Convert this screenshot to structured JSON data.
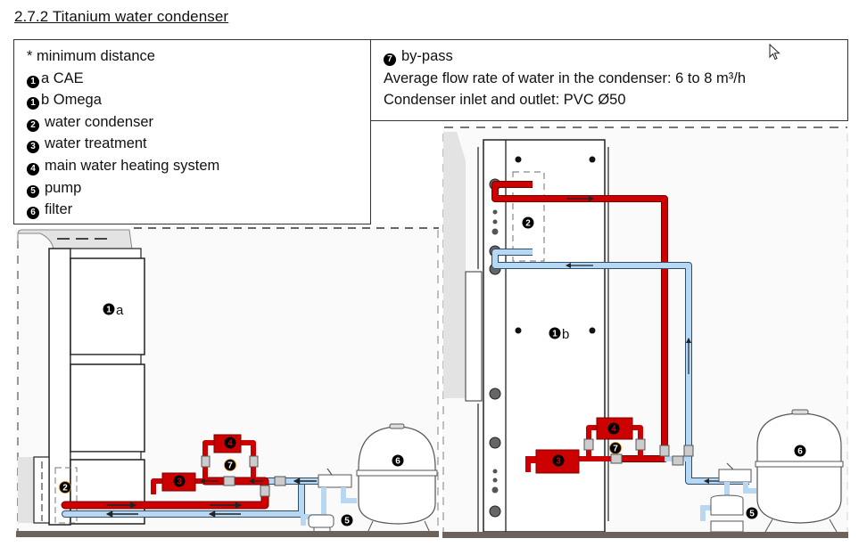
{
  "title": "2.7.2 Titanium water condenser",
  "legend_left": [
    {
      "marker": "*",
      "text": "minimum distance"
    },
    {
      "marker": "1",
      "text": "a CAE"
    },
    {
      "marker": "1",
      "text": "b Omega"
    },
    {
      "marker": "2",
      "text": "water condenser"
    },
    {
      "marker": "3",
      "text": "water treatment"
    },
    {
      "marker": "4",
      "text": "main water heating system"
    },
    {
      "marker": "5",
      "text": "pump"
    },
    {
      "marker": "6",
      "text": "filter"
    }
  ],
  "legend_right": [
    {
      "marker": "7",
      "text": "by-pass"
    },
    {
      "marker": "",
      "text": "Average flow rate of water in the condenser: 6 to 8 m³/h"
    },
    {
      "marker": "",
      "text": "Condenser inlet and outlet: PVC Ø50"
    }
  ],
  "diagram": {
    "colors": {
      "hot_pipe": "#cc0000",
      "cold_pipe": "#b7d7f2",
      "floor": "#6e625c",
      "dashed": "#777777"
    },
    "left_labels": {
      "unit": "1",
      "unit_suffix": "a",
      "condenser": "2",
      "treatment": "3",
      "heating": "4",
      "bypass": "7",
      "pump": "5",
      "filter": "6"
    },
    "right_labels": {
      "unit": "1",
      "unit_suffix": "b",
      "condenser": "2",
      "treatment": "3",
      "heating": "4",
      "bypass": "7",
      "pump": "5",
      "filter": "6"
    }
  },
  "cursor": "pointer-arrow-icon"
}
